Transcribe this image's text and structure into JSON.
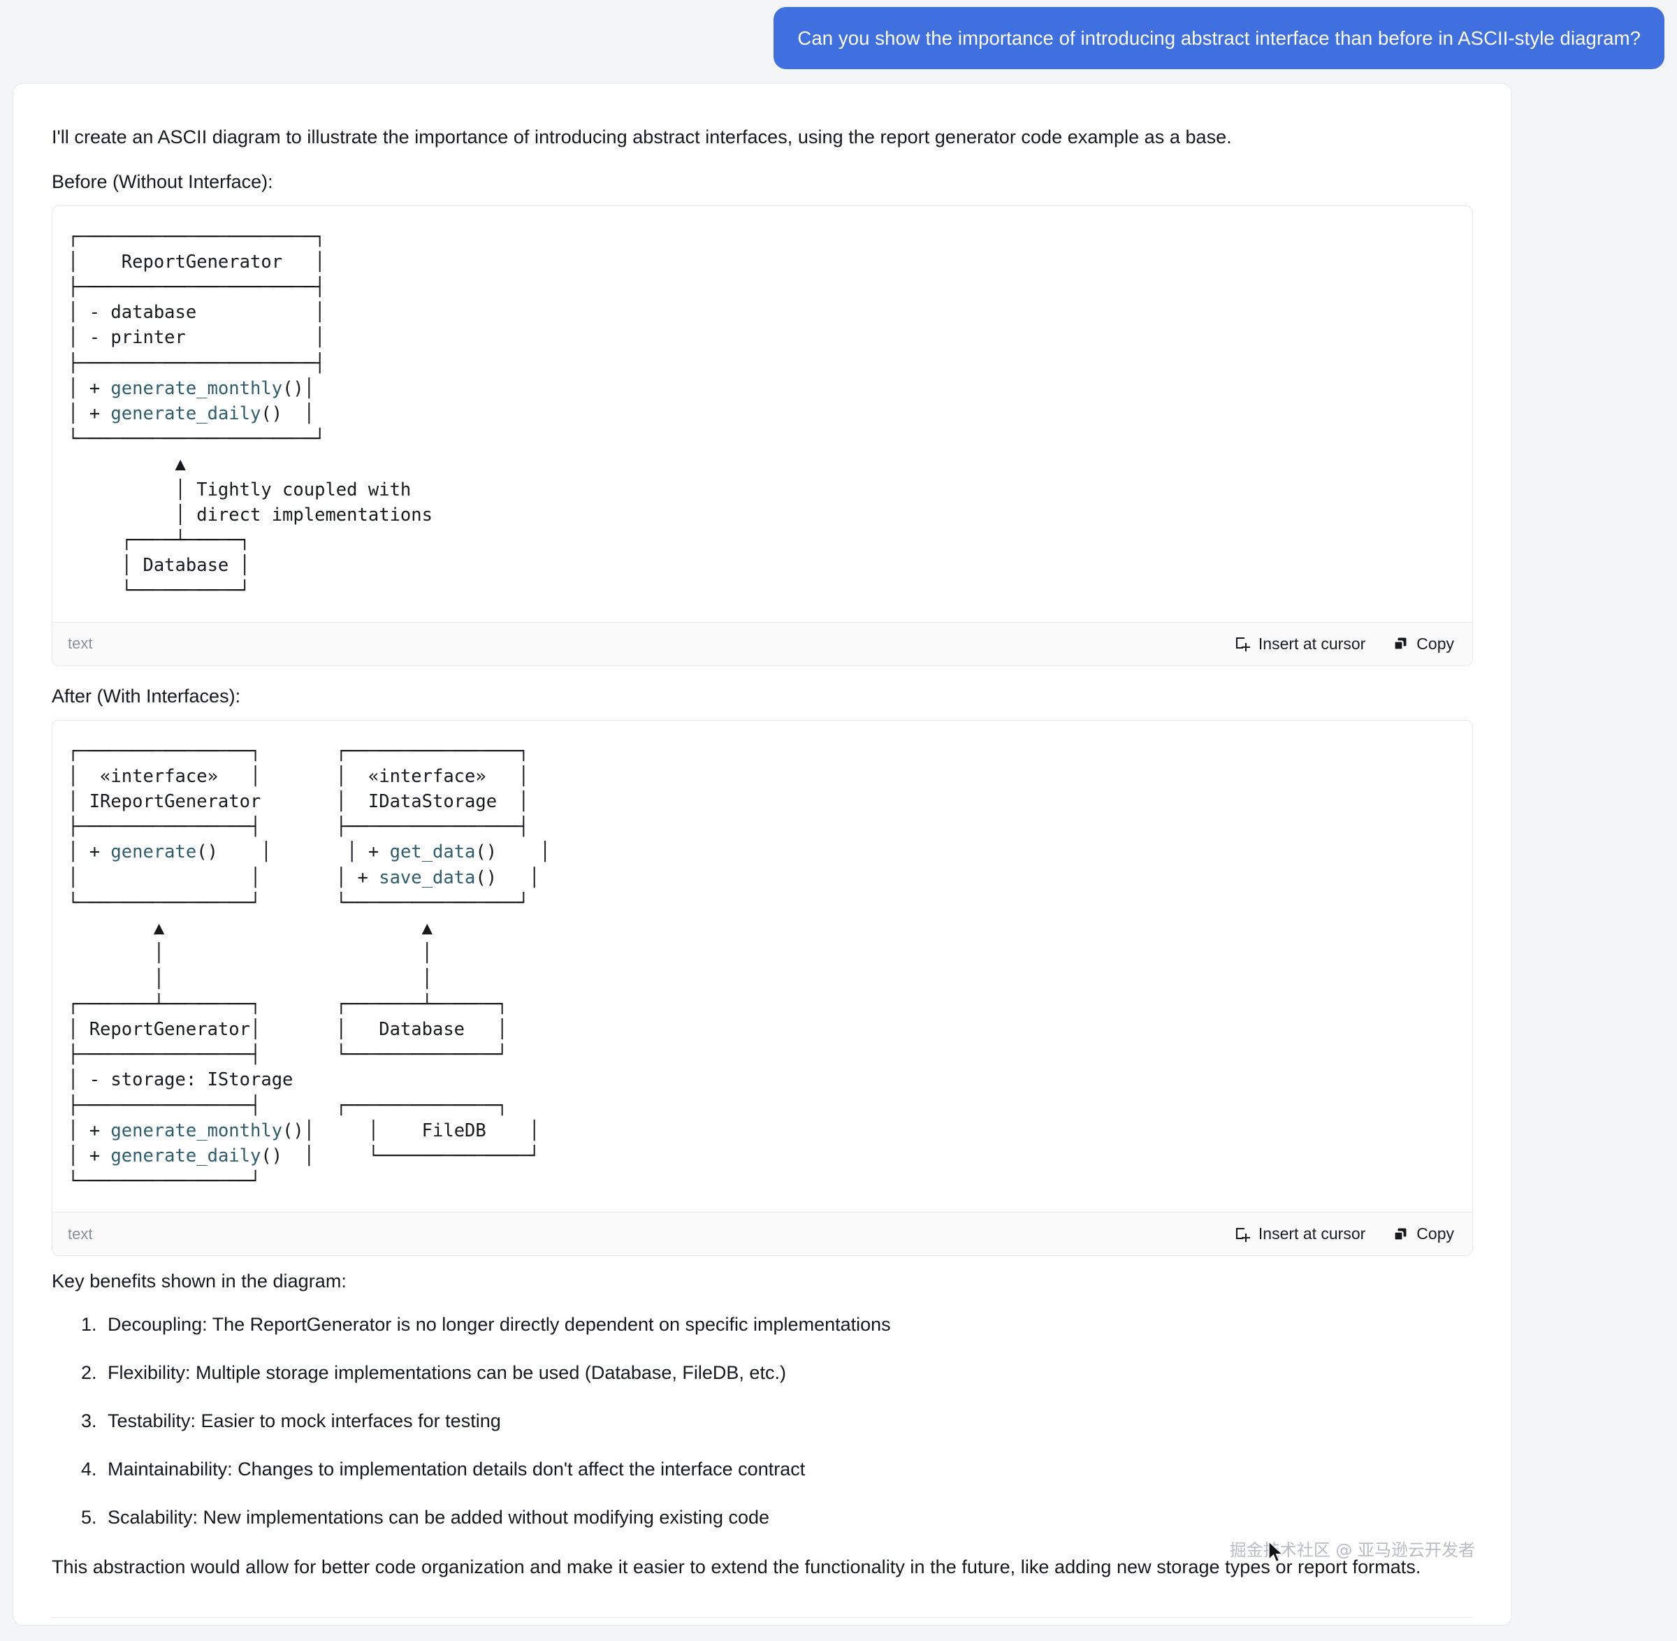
{
  "colors": {
    "user_bubble": "#4070e0",
    "page_background": "#f4f5f7",
    "card_background": "#ffffff",
    "code_function": "#2e5d6e",
    "code_footer_background": "#fafafa"
  },
  "user_message": {
    "text": "Can you show the importance of introducing abstract interface than before in ASCII-style diagram?"
  },
  "assistant": {
    "intro": "I'll create an ASCII diagram to illustrate the importance of introducing abstract interfaces, using the report generator code example as a base.",
    "before_label": "Before (Without Interface):",
    "after_label": "After (With Interfaces):",
    "benefits_heading": "Key benefits shown in the diagram:",
    "benefits": [
      "Decoupling: The ReportGenerator is no longer directly dependent on specific implementations",
      "Flexibility: Multiple storage implementations can be used (Database, FileDB, etc.)",
      "Testability: Easier to mock interfaces for testing",
      "Maintainability: Changes to implementation details don't affect the interface contract",
      "Scalability: New implementations can be added without modifying existing code"
    ],
    "closing": "This abstraction would allow for better code organization and make it easier to extend the functionality in the future, like adding new storage types or report formats."
  },
  "code_blocks": [
    {
      "language_label": "text",
      "insert_label": "Insert at cursor",
      "copy_label": "Copy",
      "lines": [
        {
          "plain": "┌──────────────────────┐"
        },
        {
          "plain": "│    ReportGenerator   │"
        },
        {
          "plain": "├──────────────────────┤"
        },
        {
          "plain": "│ - database           │"
        },
        {
          "plain": "│ - printer            │"
        },
        {
          "plain": "├──────────────────────┤"
        },
        {
          "pre": "│ + ",
          "fn": "generate_monthly",
          "post": "()│"
        },
        {
          "pre": "│ + ",
          "fn": "generate_daily",
          "post": "()  │"
        },
        {
          "plain": "└──────────────────────┘"
        },
        {
          "plain": "          ▲"
        },
        {
          "plain": "          │ Tightly coupled with"
        },
        {
          "plain": "          │ direct implementations"
        },
        {
          "plain": "     ┌────┴─────┐"
        },
        {
          "plain": "     │ Database │"
        },
        {
          "plain": "     └──────────┘"
        }
      ]
    },
    {
      "language_label": "text",
      "insert_label": "Insert at cursor",
      "copy_label": "Copy",
      "lines": [
        {
          "plain": "┌─────────────────┐     ┌─────────────────┐"
        },
        {
          "plain": "│  «interface»    │     │  «interface»    │"
        },
        {
          "plain": "│ IReportGenerator│     │  IDataStorage   │"
        },
        {
          "plain": "├─────────────────┤     ├─────────────────┤"
        },
        {
          "pre": "│ + ",
          "fn": "generate",
          "post": "()     │     │ + ",
          "fn2": "get_data",
          "post2": "()      │"
        },
        {
          "pre2": "│                 │     │ + ",
          "fn3": "save_data",
          "post3": "()     │"
        },
        {
          "plain": "└─────────────────┘     └─────────────────┘"
        },
        {
          "plain": "         ▲                       ▲"
        },
        {
          "plain": "         │                       │"
        },
        {
          "plain": "         │                       │"
        },
        {
          "plain": "┌────────┴─────────┐     ┌───────┴────────┐"
        },
        {
          "plain": "│  ReportGenerator │     │    Database    │"
        },
        {
          "plain": "├──────────────────┤     └────────────────┘"
        },
        {
          "plain": "│ - storage: IStorage│"
        },
        {
          "plain": "├──────────────────┤     ┌────────────────┐"
        },
        {
          "pre": "│ + ",
          "fn": "generate_monthly",
          "post": "()│     │     FileDB     │"
        },
        {
          "pre": "│ + ",
          "fn": "generate_daily",
          "post": "()  │     └────────────────┘"
        },
        {
          "plain": "└──────────────────┘"
        }
      ]
    }
  ],
  "watermark": {
    "text": "掘金技术社区 @ 亚马逊云开发者"
  },
  "icons": {
    "insert_at_cursor": "insert-at-cursor-icon",
    "copy": "copy-icon",
    "mouse_pointer": "mouse-pointer-icon"
  }
}
